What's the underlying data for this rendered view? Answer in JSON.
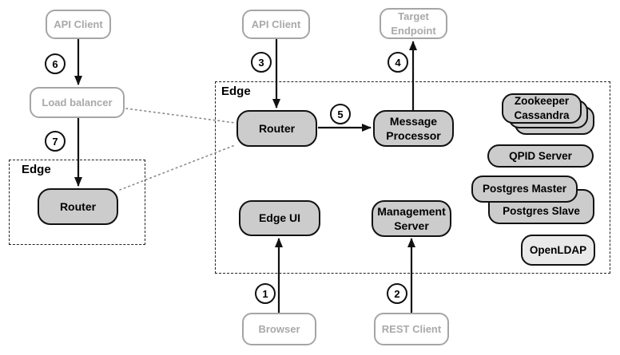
{
  "diagram": {
    "clients": {
      "api_client_left": "API Client",
      "api_client_top": "API Client",
      "load_balancer": "Load balancer",
      "target_endpoint": {
        "line1": "Target",
        "line2": "Endpoint"
      },
      "browser": "Browser",
      "rest_client": "REST Client"
    },
    "edge_left": {
      "label": "Edge",
      "router": "Router"
    },
    "edge_main": {
      "label": "Edge",
      "router": "Router",
      "message_processor": {
        "line1": "Message",
        "line2": "Processor"
      },
      "edge_ui": "Edge UI",
      "management_server": {
        "line1": "Management",
        "line2": "Server"
      },
      "datastores": {
        "zookeeper": {
          "line1": "Zookeeper",
          "line2": "Cassandra"
        },
        "qpid_server": "QPID Server",
        "postgres_master": "Postgres Master",
        "postgres_slave": "Postgres Slave",
        "openldap": "OpenLDAP"
      }
    },
    "badges": [
      "1",
      "2",
      "3",
      "4",
      "5",
      "6",
      "7"
    ],
    "colors": {
      "node_fill": "#cccccc",
      "node_border": "#111111",
      "light_border": "#a5a5a5",
      "light_text": "#a9a9a9",
      "openldap_fill": "#e9e9e9",
      "arrow": "#111111",
      "dotted_connector": "#8a8a8a"
    }
  }
}
